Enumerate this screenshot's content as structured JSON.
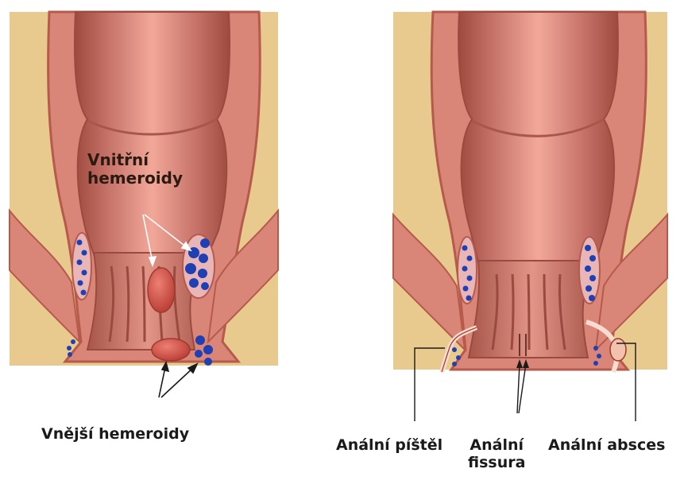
{
  "diagram": {
    "left_panel": {
      "label_internal_line1": "Vnitřní",
      "label_internal_line2": "hemeroidy",
      "label_external": "Vnější hemeroidy"
    },
    "right_panel": {
      "label_fistula": "Anální píštěl",
      "label_fissure_line1": "Anální",
      "label_fissure_line2": "fissura",
      "label_abscess": "Anální absces"
    },
    "colors": {
      "background": "#ffffff",
      "fat_tissue": "#e8c98e",
      "muscle": "#d98577",
      "muscle_dark": "#b65a4c",
      "mucosa": "#c9756a",
      "mucosa_highlight": "#f0a596",
      "hemorrhoid": "#cf4f45",
      "vein_dots": "#1f3fb3",
      "vein_pad": "#e9b6b8"
    }
  }
}
